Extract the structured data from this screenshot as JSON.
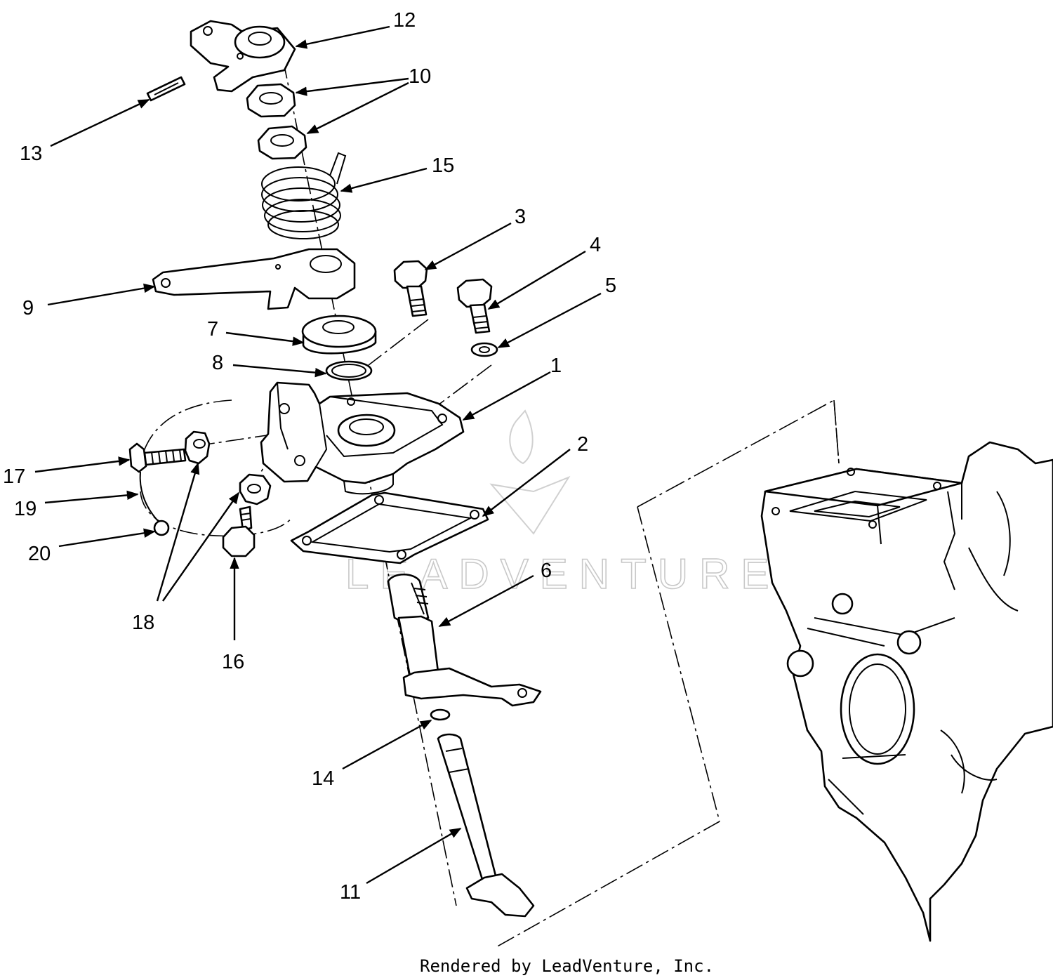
{
  "diagram": {
    "callouts": [
      "1",
      "2",
      "3",
      "4",
      "5",
      "6",
      "7",
      "8",
      "9",
      "10",
      "11",
      "12",
      "13",
      "14",
      "15",
      "16",
      "17",
      "18",
      "19",
      "20"
    ],
    "watermark": "LEADVENTURE",
    "credit": "Rendered by LeadVenture, Inc."
  }
}
